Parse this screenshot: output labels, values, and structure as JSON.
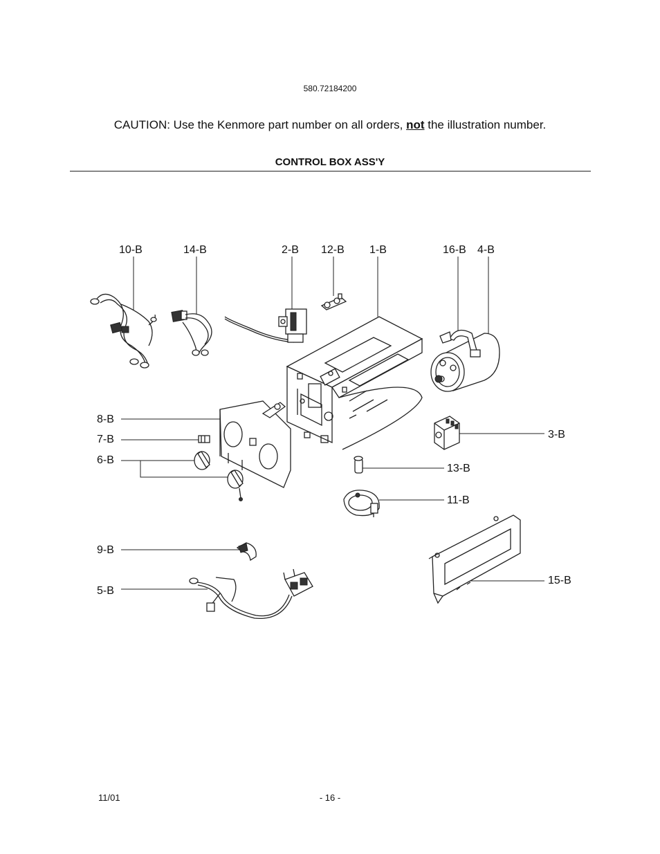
{
  "header": {
    "model_number": "580.72184200",
    "caution_prefix": "CAUTION: Use the Kenmore part number on all orders, ",
    "caution_emphasis": "not",
    "caution_suffix": " the illustration number.",
    "section_title": "CONTROL BOX ASS'Y"
  },
  "callouts": {
    "c10": "10-B",
    "c14": "14-B",
    "c2": "2-B",
    "c12": "12-B",
    "c1": "1-B",
    "c16": "16-B",
    "c4": "4-B",
    "c8": "8-B",
    "c7": "7-B",
    "c6": "6-B",
    "c3": "3-B",
    "c13": "13-B",
    "c11": "11-B",
    "c9": "9-B",
    "c5": "5-B",
    "c15": "15-B"
  },
  "footer": {
    "date": "11/01",
    "page": "- 16 -"
  }
}
